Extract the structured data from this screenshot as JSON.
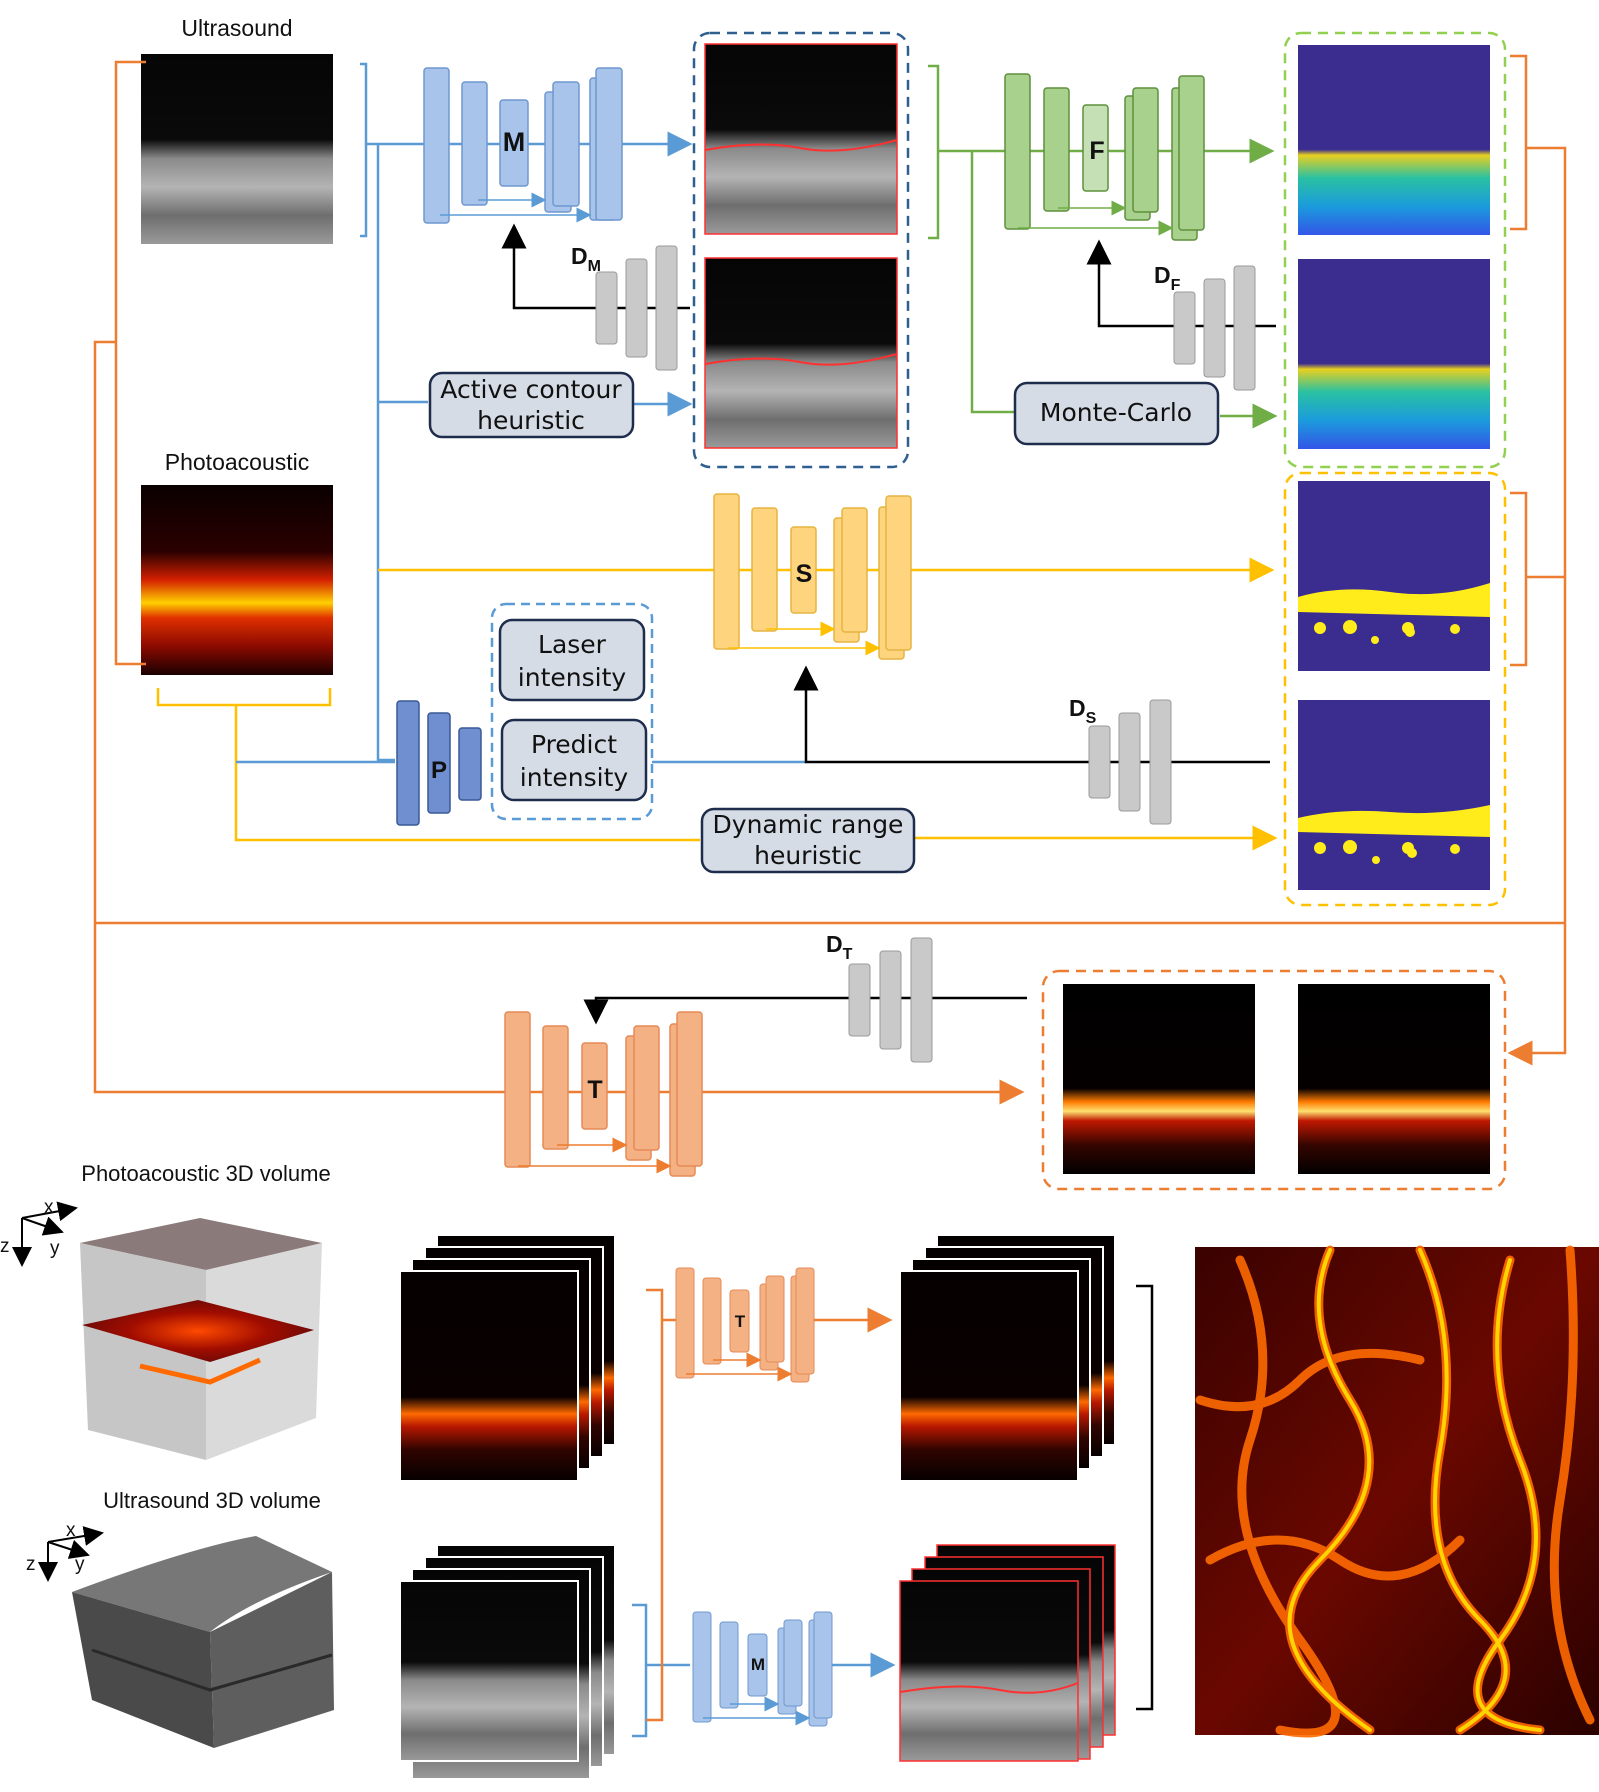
{
  "inputs": {
    "ultrasound": "Ultrasound",
    "photoacoustic": "Photoacoustic"
  },
  "networks": {
    "M": "M",
    "F": "F",
    "S": "S",
    "P": "P",
    "T": "T",
    "T_small": "T",
    "M_small": "M"
  },
  "discriminators": {
    "DM": {
      "main": "D",
      "sub": "M"
    },
    "DF": {
      "main": "D",
      "sub": "F"
    },
    "DS": {
      "main": "D",
      "sub": "S"
    },
    "DT": {
      "main": "D",
      "sub": "T"
    }
  },
  "heuristics": {
    "active_contour": [
      "Active contour",
      "heuristic"
    ],
    "monte_carlo": "Monte-Carlo",
    "laser_intensity": [
      "Laser",
      "intensity"
    ],
    "predict_intensity": [
      "Predict",
      "intensity"
    ],
    "dynamic_range": [
      "Dynamic range",
      "heuristic"
    ]
  },
  "volumes": {
    "pa_3d": "Photoacoustic 3D volume",
    "us_3d": "Ultrasound 3D volume",
    "axis_x": "x",
    "axis_y": "y",
    "axis_z": "z"
  },
  "colors": {
    "blue": "#5b9bd5",
    "blue_box": "#a9c4ea",
    "green": "#70ad47",
    "green_box": "#a9d18e",
    "yellow": "#ffc000",
    "yellow_box": "#ffd47f",
    "orange": "#ed7d31",
    "orange_box": "#f4b183",
    "gray_box": "#c9c9c9",
    "navy_border": "#1f2d4d",
    "heuristic_fill": "#d6dce5"
  }
}
